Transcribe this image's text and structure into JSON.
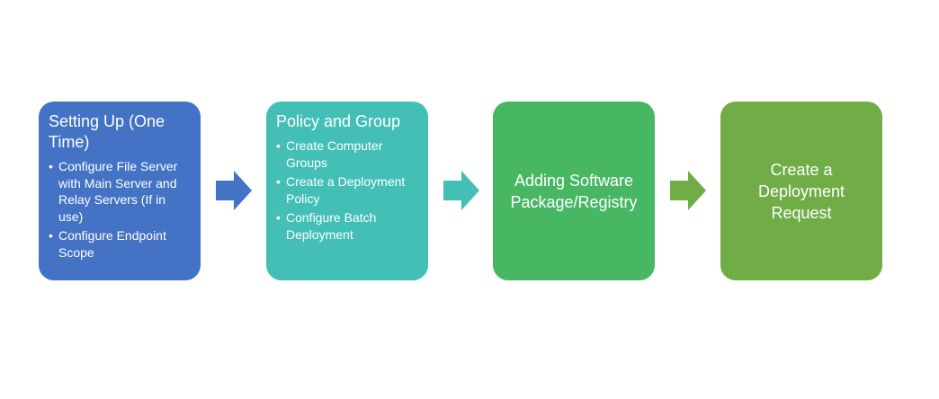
{
  "steps": [
    {
      "title": "Setting Up (One Time)",
      "items": [
        "Configure File Server with Main Server and Relay Servers (If in use)",
        "Configure Endpoint Scope"
      ],
      "color": "#4472c4"
    },
    {
      "title": "Policy and Group",
      "items": [
        "Create Computer Groups",
        "Create a Deployment Policy",
        "Configure Batch Deployment"
      ],
      "color": "#43bfb6"
    },
    {
      "title": "Adding Software Package/Registry",
      "color": "#48b764"
    },
    {
      "title": "Create a Deployment Request",
      "color": "#70ad47"
    }
  ],
  "arrows": [
    {
      "color": "#4472c4"
    },
    {
      "color": "#43bfb6"
    },
    {
      "color": "#70ad47"
    }
  ]
}
